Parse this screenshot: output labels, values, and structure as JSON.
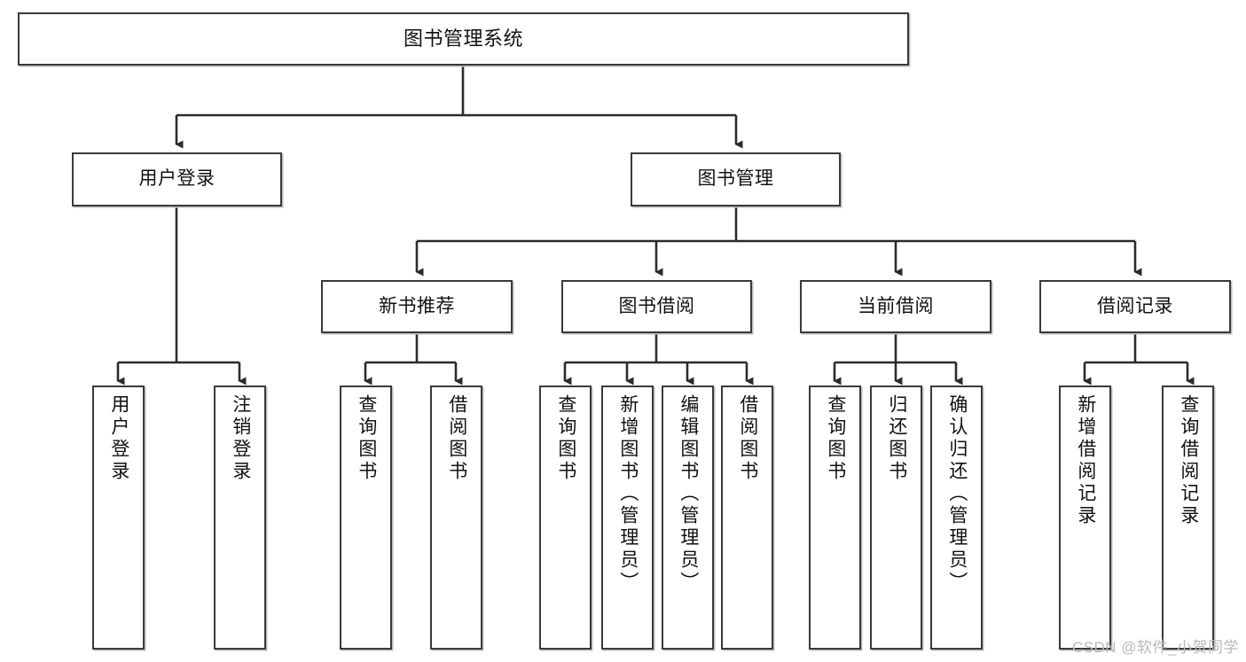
{
  "diagram": {
    "type": "tree-hierarchy",
    "title": "图书管理系统",
    "colors": {
      "box_border": "#3a3a3a",
      "box_fill": "#ffffff",
      "connector": "#2b2b2b",
      "text": "#111111",
      "watermark": "#b9b9b9",
      "background": "#ffffff"
    },
    "levels": {
      "root": {
        "label": "图书管理系统"
      },
      "level2": [
        {
          "label": "用户登录"
        },
        {
          "label": "图书管理"
        }
      ],
      "level3": [
        {
          "label": "新书推荐"
        },
        {
          "label": "图书借阅"
        },
        {
          "label": "当前借阅"
        },
        {
          "label": "借阅记录"
        }
      ],
      "leaves": {
        "user_login": [
          {
            "label": "用户登录"
          },
          {
            "label": "注销登录"
          }
        ],
        "new_book_recommend": [
          {
            "label": "查询图书"
          },
          {
            "label": "借阅图书"
          }
        ],
        "book_borrow": [
          {
            "label": "查询图书"
          },
          {
            "label": "新增图书（管理员）"
          },
          {
            "label": "编辑图书（管理员）"
          },
          {
            "label": "借阅图书"
          }
        ],
        "current_borrow": [
          {
            "label": "查询图书"
          },
          {
            "label": "归还图书"
          },
          {
            "label": "确认归还（管理员）"
          }
        ],
        "borrow_record": [
          {
            "label": "新增借阅记录"
          },
          {
            "label": "查询借阅记录"
          }
        ]
      }
    }
  },
  "watermark": {
    "text": "CSDN @软件_小贺同学"
  }
}
